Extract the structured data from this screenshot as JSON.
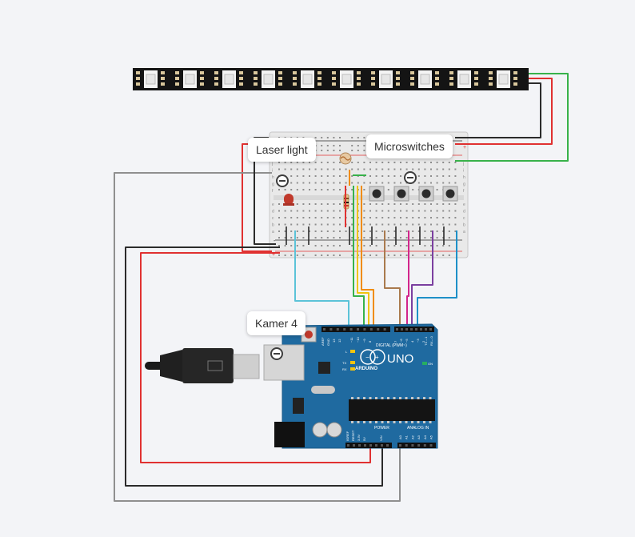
{
  "annotations": {
    "laser": "Laser light",
    "micro": "Microswitches",
    "kamer": "Kamer 4"
  },
  "arduino": {
    "brand": "ARDUINO",
    "model": "UNO",
    "digital": "DIGITAL (PWM~)",
    "analog": "ANALOG IN",
    "power": "POWER",
    "on": "ON",
    "l": "L",
    "tx": "TX",
    "rx": "RX",
    "aref": "AREF",
    "gnd": "GND",
    "tx1": "TX→1",
    "rx0": "RX←0",
    "ioref": "IOREF",
    "reset": "RESET",
    "v33": "3.3V",
    "v5": "5V",
    "vin": "VIN",
    "digital_pins": [
      "13",
      "12",
      "~11",
      "~10",
      "~9",
      "8",
      "7",
      "~6",
      "~5",
      "4",
      "~3",
      "2"
    ],
    "analog_pins": [
      "A0",
      "A1",
      "A2",
      "A3",
      "A4",
      "A5"
    ]
  },
  "breadboard": {
    "rows": [
      "a",
      "b",
      "c",
      "d",
      "e",
      "f",
      "g",
      "h",
      "i",
      "j"
    ],
    "plus": "+",
    "minus": "-"
  },
  "colors": {
    "background": "#f3f4f7",
    "board": "#1f6aa0",
    "strip": "#141414",
    "breadboard": "#e9e9e9",
    "red_wire": "#e03131",
    "black_wire": "#2b2b2b",
    "green_wire": "#38b24a",
    "gray_wire": "#8f8f8f",
    "light_blue": "#5cc3d8",
    "yellow": "#f1c40f",
    "orange": "#f08c00",
    "brown": "#a97a4e",
    "magenta": "#d2258c",
    "purple": "#7b3fa0",
    "blue": "#1e90c8"
  }
}
